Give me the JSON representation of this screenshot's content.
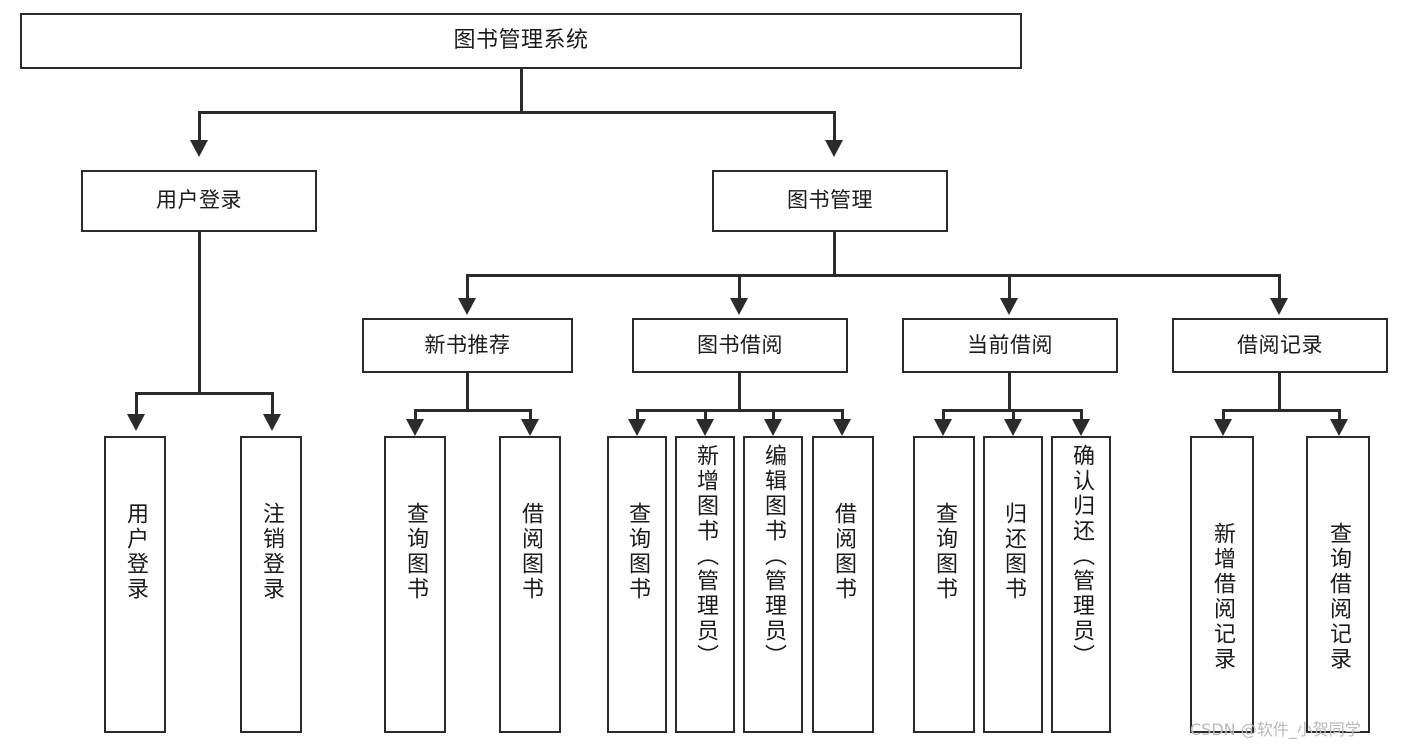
{
  "diagram": {
    "type": "tree-hierarchy-chart",
    "title": "图书管理系统",
    "orientation": "top-down",
    "colors": {
      "box_border": "#2b2b2b",
      "box_fill": "#ffffff",
      "connector": "#2b2b2b",
      "text": "#1a1a1a",
      "watermark": "#b9b9b9",
      "background": "#ffffff"
    }
  },
  "nodes": {
    "root": {
      "label": "图书管理系统"
    },
    "level2": [
      {
        "label": "用户登录"
      },
      {
        "label": "图书管理"
      }
    ],
    "level3": [
      {
        "label": "新书推荐"
      },
      {
        "label": "图书借阅"
      },
      {
        "label": "当前借阅"
      },
      {
        "label": "借阅记录"
      }
    ],
    "leaves": {
      "user_login": [
        {
          "label": "用户登录"
        },
        {
          "label": "注销登录"
        }
      ],
      "new_book_recommend": [
        {
          "label": "查询图书"
        },
        {
          "label": "借阅图书"
        }
      ],
      "book_borrow": [
        {
          "label": "查询图书"
        },
        {
          "label": "新增图书（管理员）"
        },
        {
          "label": "编辑图书（管理员）"
        },
        {
          "label": "借阅图书"
        }
      ],
      "current_borrow": [
        {
          "label": "查询图书"
        },
        {
          "label": "归还图书"
        },
        {
          "label": "确认归还（管理员）"
        }
      ],
      "borrow_record": [
        {
          "label": "新增借阅记录"
        },
        {
          "label": "查询借阅记录"
        }
      ]
    }
  },
  "watermark": {
    "text": "CSDN @软件_小贺同学"
  }
}
